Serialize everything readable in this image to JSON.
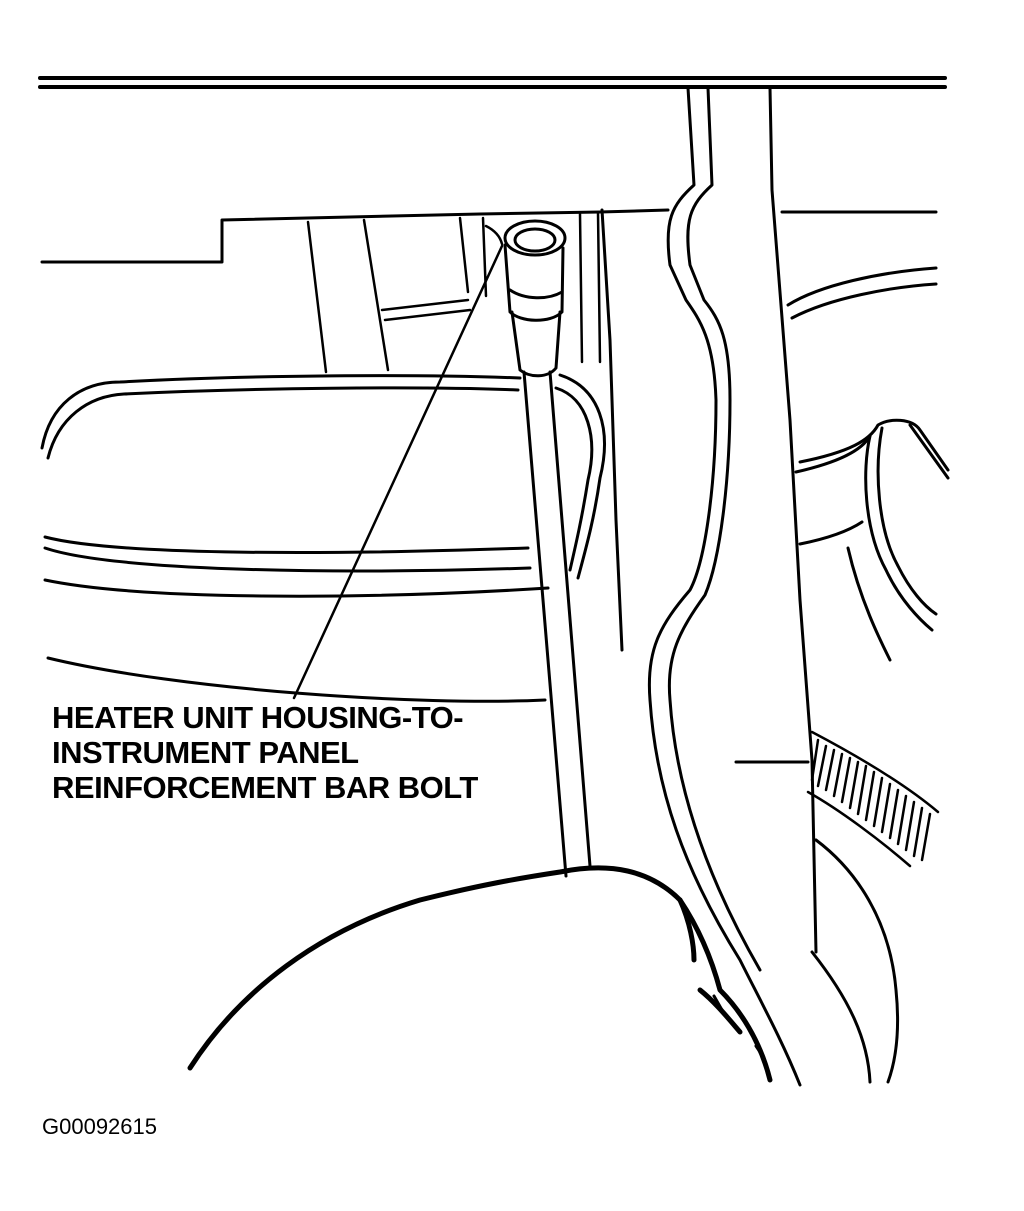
{
  "diagram": {
    "callout": {
      "lines": [
        "HEATER UNIT HOUSING-TO-",
        "INSTRUMENT PANEL",
        "REINFORCEMENT BAR BOLT"
      ]
    },
    "figure_code": "G00092615"
  },
  "colors": {
    "ink": "#000000",
    "paper": "#ffffff"
  }
}
